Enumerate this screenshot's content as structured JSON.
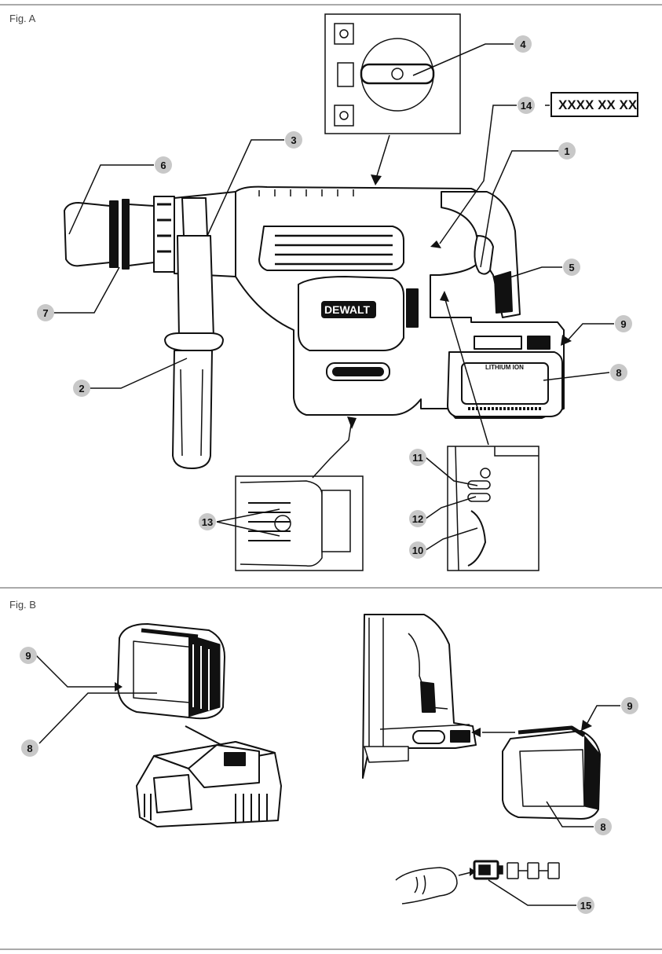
{
  "figures": {
    "a": {
      "label": "Fig. A"
    },
    "b": {
      "label": "Fig. B"
    }
  },
  "product_code": "XXXX XX XX",
  "brand": "DEWALT",
  "battery_text": "LITHIUM ION",
  "callouts_a": [
    "1",
    "2",
    "3",
    "4",
    "5",
    "6",
    "7",
    "8",
    "9",
    "10",
    "11",
    "12",
    "13",
    "14"
  ],
  "callouts_b": [
    "9",
    "8",
    "9",
    "8",
    "15"
  ],
  "colors": {
    "badge": "#c8c8c8",
    "line": "#111111",
    "rule": "#555555"
  }
}
